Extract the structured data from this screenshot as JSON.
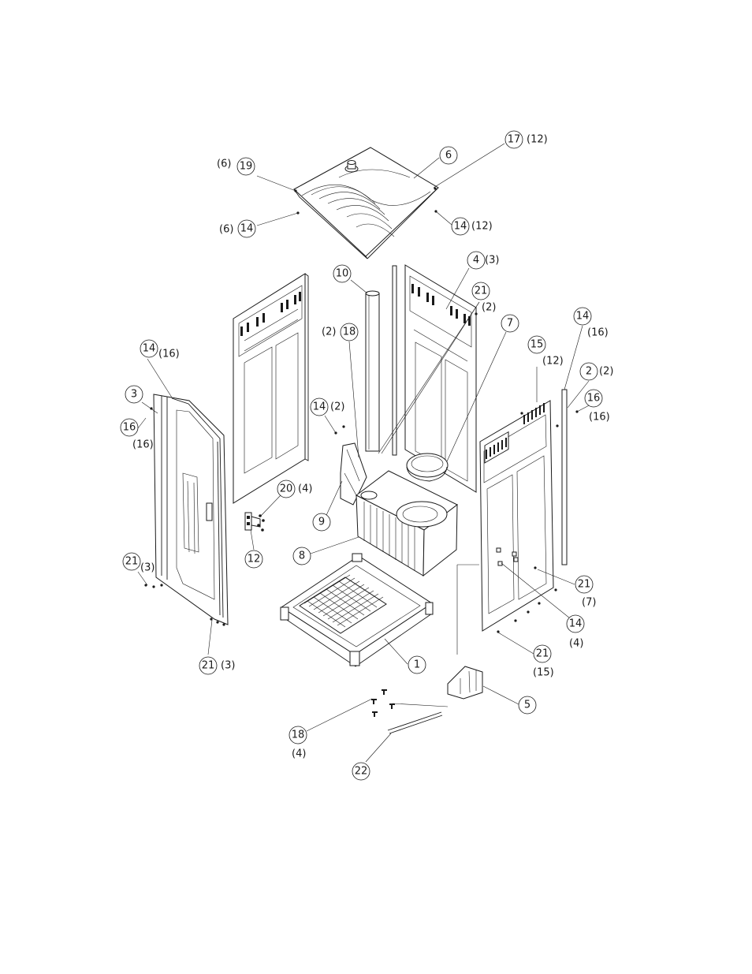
{
  "callouts": [
    {
      "id": "c17-top",
      "num": "17",
      "qty": "(12)"
    },
    {
      "id": "c6-top",
      "num": "6",
      "qty": ""
    },
    {
      "id": "c19",
      "num": "19",
      "qty": "(6)"
    },
    {
      "id": "c14-roof-left",
      "num": "14",
      "qty": "(6)"
    },
    {
      "id": "c14-roof-right",
      "num": "14",
      "qty": "(12)"
    },
    {
      "id": "c10",
      "num": "10",
      "qty": ""
    },
    {
      "id": "c4",
      "num": "4",
      "qty": "(3)"
    },
    {
      "id": "c21-top",
      "num": "21",
      "qty": "(2)"
    },
    {
      "id": "c18-top",
      "num": "18",
      "qty": "(2)"
    },
    {
      "id": "c7",
      "num": "7",
      "qty": ""
    },
    {
      "id": "c14-right",
      "num": "14",
      "qty": "(16)"
    },
    {
      "id": "c15",
      "num": "15",
      "qty": "(12)"
    },
    {
      "id": "c2",
      "num": "2",
      "qty": "(2)"
    },
    {
      "id": "c16-right",
      "num": "16",
      "qty": "(16)"
    },
    {
      "id": "c14-left",
      "num": "14",
      "qty": "(16)"
    },
    {
      "id": "c3",
      "num": "3",
      "qty": ""
    },
    {
      "id": "c16-left",
      "num": "16",
      "qty": "(16)"
    },
    {
      "id": "c14-mid",
      "num": "14",
      "qty": "(2)"
    },
    {
      "id": "c20",
      "num": "20",
      "qty": "(4)"
    },
    {
      "id": "c9",
      "num": "9",
      "qty": ""
    },
    {
      "id": "c12",
      "num": "12",
      "qty": ""
    },
    {
      "id": "c8",
      "num": "8",
      "qty": ""
    },
    {
      "id": "c21-left",
      "num": "21",
      "qty": "(3)"
    },
    {
      "id": "c21-right",
      "num": "21",
      "qty": "(7)"
    },
    {
      "id": "c14-lower",
      "num": "14",
      "qty": "(4)"
    },
    {
      "id": "c21-lower",
      "num": "21",
      "qty": "(15)"
    },
    {
      "id": "c21-bottom",
      "num": "21",
      "qty": "(3)"
    },
    {
      "id": "c1",
      "num": "1",
      "qty": ""
    },
    {
      "id": "c5",
      "num": "5",
      "qty": ""
    },
    {
      "id": "c18-bottom",
      "num": "18",
      "qty": "(4)"
    },
    {
      "id": "c22",
      "num": "22",
      "qty": ""
    }
  ]
}
